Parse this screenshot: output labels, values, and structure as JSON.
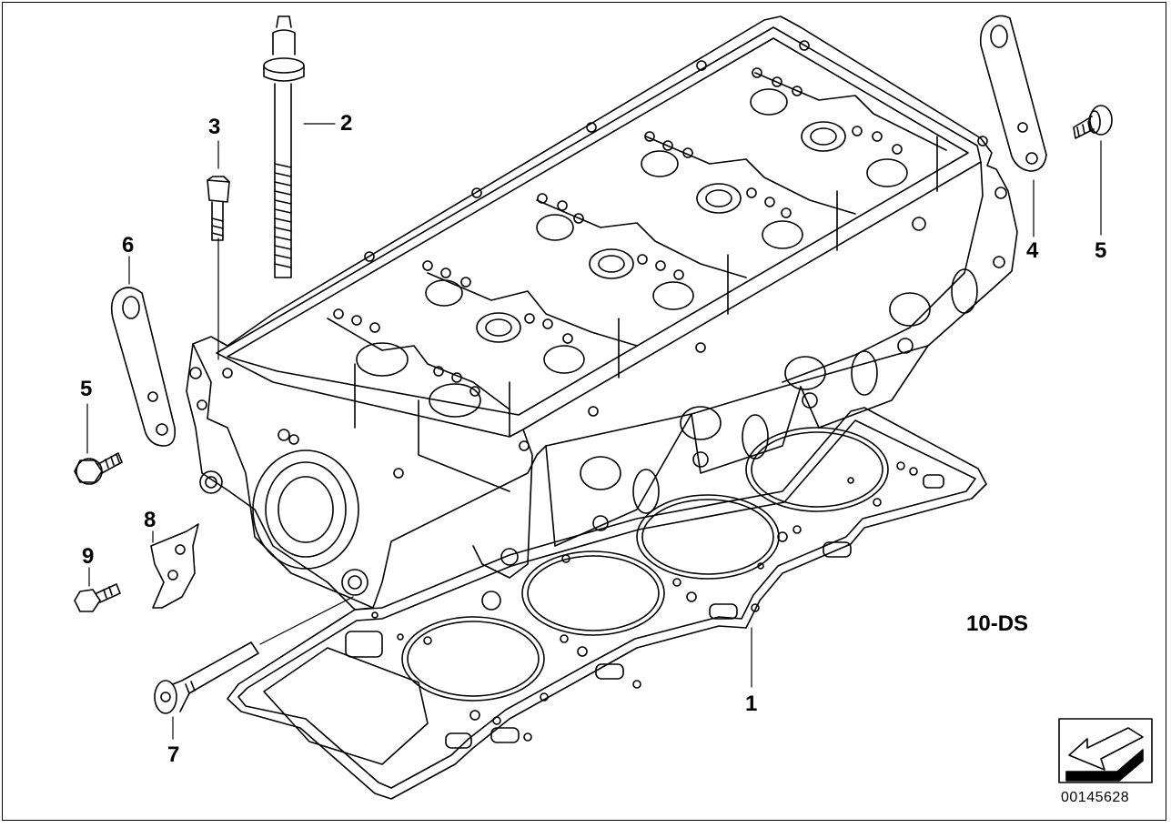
{
  "diagram": {
    "variant_code": "10-DS",
    "document_number": "00145628",
    "callouts": [
      {
        "id": "c1",
        "label": "1",
        "part": "cylinder-head-gasket"
      },
      {
        "id": "c2",
        "label": "2",
        "part": "cylinder-head-bolt-long"
      },
      {
        "id": "c3",
        "label": "3",
        "part": "hex-bolt"
      },
      {
        "id": "c4",
        "label": "4",
        "part": "lifting-eye-right"
      },
      {
        "id": "c5a",
        "label": "5",
        "part": "flange-screw-right"
      },
      {
        "id": "c5b",
        "label": "5",
        "part": "flange-screw-left"
      },
      {
        "id": "c6",
        "label": "6",
        "part": "lifting-eye-left"
      },
      {
        "id": "c7",
        "label": "7",
        "part": "torx-bolt"
      },
      {
        "id": "c8",
        "label": "8",
        "part": "bracket"
      },
      {
        "id": "c9",
        "label": "9",
        "part": "flange-screw-small"
      }
    ],
    "colors": {
      "line": "#000000",
      "background": "#ffffff"
    },
    "icons": [
      "arrow-direction-icon"
    ]
  }
}
